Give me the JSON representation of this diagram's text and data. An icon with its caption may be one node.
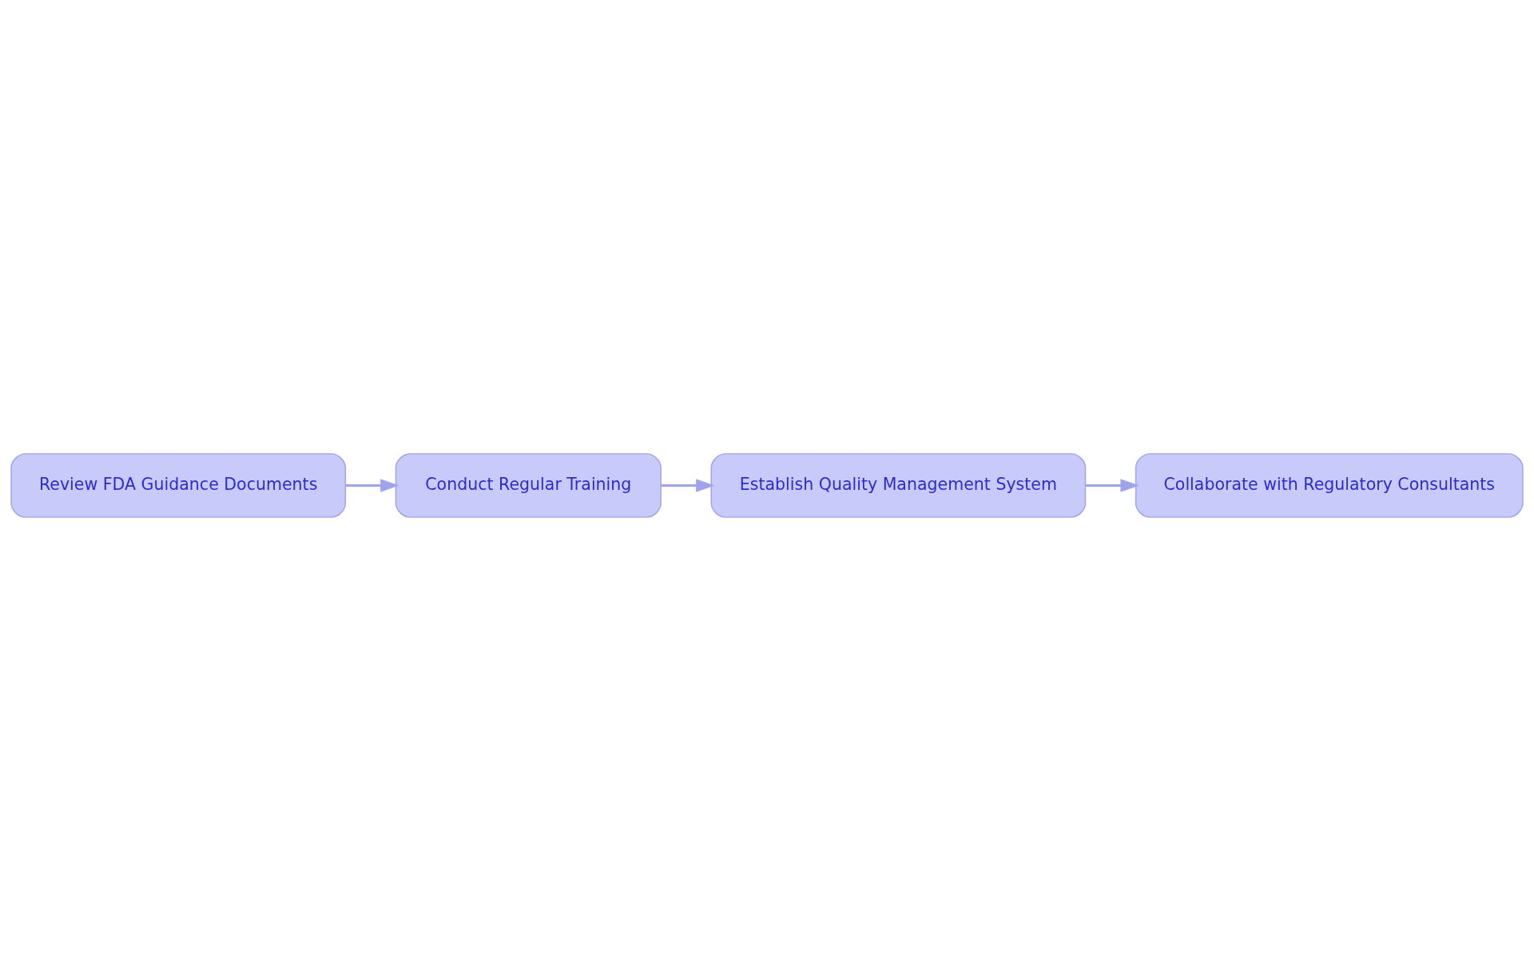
{
  "diagram": {
    "nodes": [
      {
        "text": [
          "Review FDA Guidance Documents"
        ]
      },
      {
        "text": [
          "Conduct Regular Training"
        ]
      },
      {
        "text": [
          "Establish Quality Management System"
        ]
      },
      {
        "text": [
          "Collaborate with Regulatory Consultants"
        ]
      }
    ],
    "edges": [
      {
        "from": 0,
        "to": 1,
        "arrow": "to"
      },
      {
        "from": 1,
        "to": 2,
        "arrow": "to"
      },
      {
        "from": 2,
        "to": 3,
        "arrow": "to"
      }
    ]
  }
}
